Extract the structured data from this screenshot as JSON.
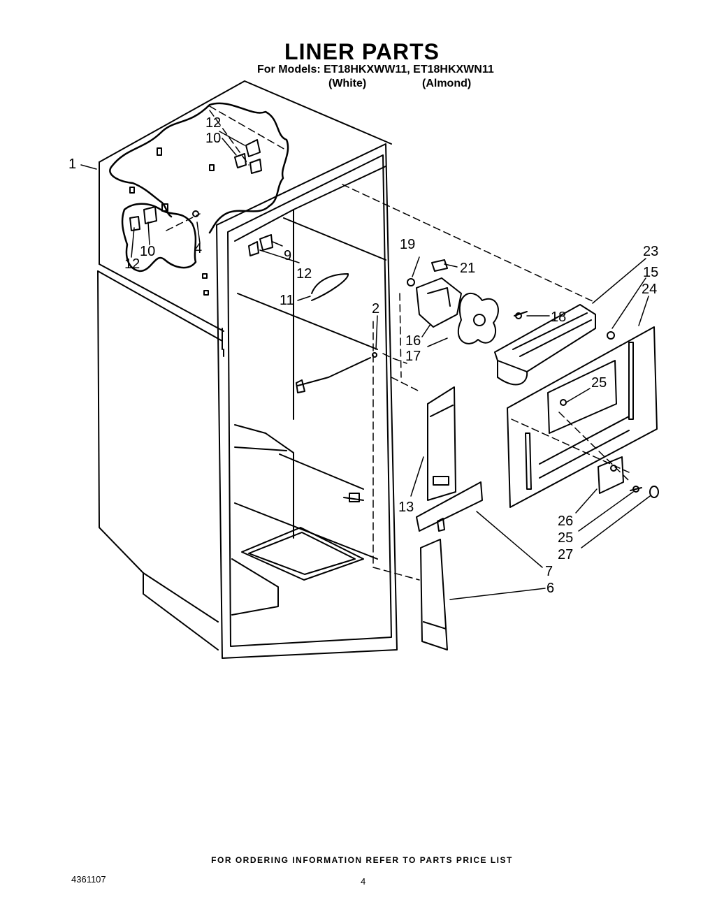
{
  "header": {
    "title": "LINER PARTS",
    "models_line": "For Models: ET18HKXWW11, ET18HKXWN11",
    "variant_white": "(White)",
    "variant_almond": "(Almond)"
  },
  "callouts": [
    {
      "id": "c1",
      "label": "1"
    },
    {
      "id": "c12a",
      "label": "12"
    },
    {
      "id": "c10a",
      "label": "10"
    },
    {
      "id": "c12b",
      "label": "12"
    },
    {
      "id": "c10b",
      "label": "10"
    },
    {
      "id": "c4",
      "label": "4"
    },
    {
      "id": "c9",
      "label": "9"
    },
    {
      "id": "c12c",
      "label": "12"
    },
    {
      "id": "c11",
      "label": "11"
    },
    {
      "id": "c2",
      "label": "2"
    },
    {
      "id": "c19",
      "label": "19"
    },
    {
      "id": "c21",
      "label": "21"
    },
    {
      "id": "c16",
      "label": "16"
    },
    {
      "id": "c17",
      "label": "17"
    },
    {
      "id": "c18",
      "label": "18"
    },
    {
      "id": "c23",
      "label": "23"
    },
    {
      "id": "c15",
      "label": "15"
    },
    {
      "id": "c24",
      "label": "24"
    },
    {
      "id": "c25a",
      "label": "25"
    },
    {
      "id": "c13",
      "label": "13"
    },
    {
      "id": "c26",
      "label": "26"
    },
    {
      "id": "c25b",
      "label": "25"
    },
    {
      "id": "c27",
      "label": "27"
    },
    {
      "id": "c7",
      "label": "7"
    },
    {
      "id": "c6",
      "label": "6"
    }
  ],
  "footer": {
    "ordering_note": "FOR ORDERING INFORMATION REFER TO PARTS PRICE LIST",
    "document_number": "4361107",
    "page_number": "4"
  }
}
